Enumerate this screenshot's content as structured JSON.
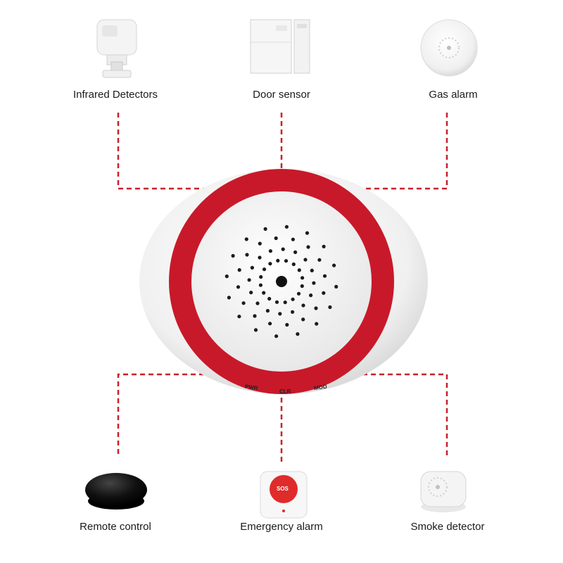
{
  "top_devices": [
    {
      "id": "infrared",
      "label": "Infrared Detectors"
    },
    {
      "id": "door",
      "label": "Door sensor"
    },
    {
      "id": "gas",
      "label": "Gas alarm"
    }
  ],
  "bottom_devices": [
    {
      "id": "remote",
      "label": "Remote control"
    },
    {
      "id": "sos",
      "label": "Emergency alarm",
      "button_text": "SOS"
    },
    {
      "id": "smoke",
      "label": "Smoke detector"
    }
  ],
  "hub": {
    "buttons": [
      "PWR",
      "CLR",
      "MOD"
    ]
  },
  "colors": {
    "connector": "#c8202a",
    "ring": "#c8192a",
    "body": "#f2f2f2"
  }
}
